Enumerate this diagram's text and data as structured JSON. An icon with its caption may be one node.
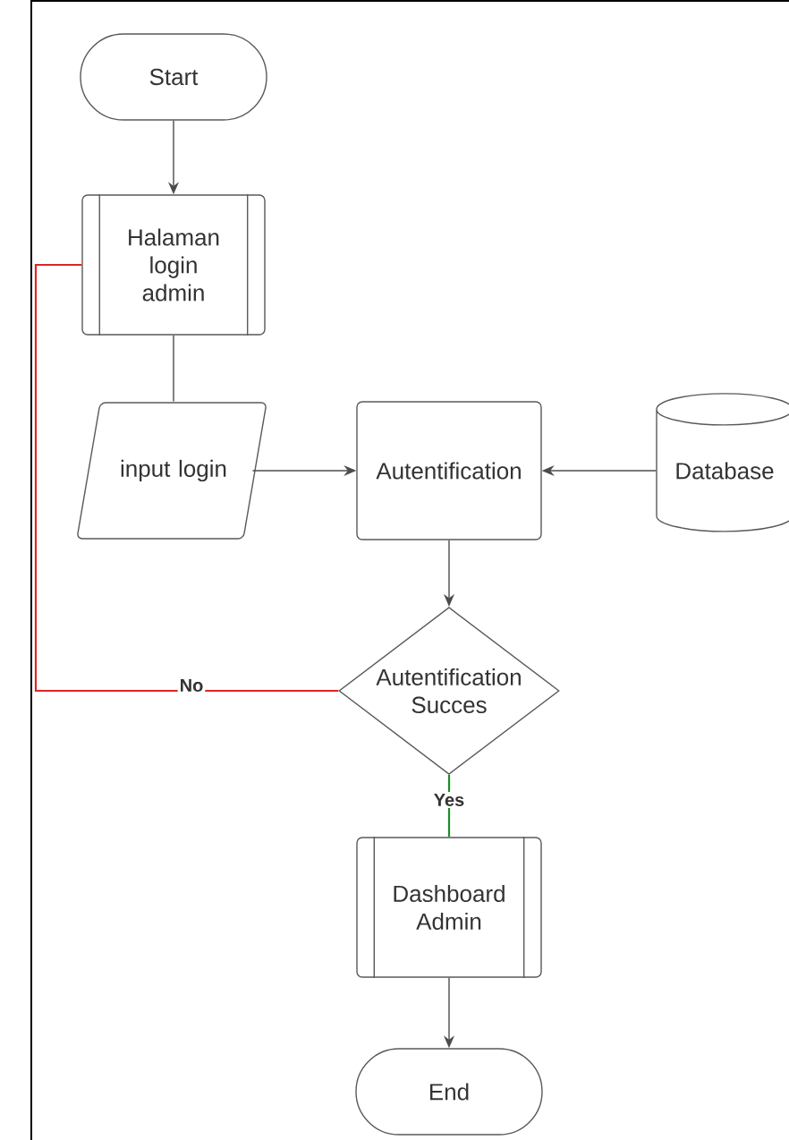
{
  "diagram": {
    "nodes": [
      {
        "text": [
          "Start"
        ]
      },
      {
        "text": [
          "Halaman login admin"
        ]
      },
      {
        "text": [
          "input login"
        ]
      },
      {
        "text": [
          "Autentification"
        ]
      },
      {
        "text": [
          "Database"
        ]
      },
      {
        "text": [
          "Autentification Succes"
        ]
      },
      {
        "text": [
          "Dashboard Admin"
        ]
      },
      {
        "text": [
          "End"
        ]
      }
    ],
    "edges": [
      {
        "from": 0,
        "to": 1,
        "arrow": "to"
      },
      {
        "from": 1,
        "to": 2,
        "arrow": "none"
      },
      {
        "from": 2,
        "to": 3,
        "arrow": "to"
      },
      {
        "from": 4,
        "to": 3,
        "arrow": "to"
      },
      {
        "from": 3,
        "to": 5,
        "arrow": "to"
      },
      {
        "from": 5,
        "to": 1,
        "arrow": "none",
        "label": "No",
        "color": "#e02424"
      },
      {
        "from": 5,
        "to": 6,
        "arrow": "none",
        "label": "Yes",
        "color": "#1e8c2a"
      },
      {
        "from": 6,
        "to": 7,
        "arrow": "to"
      }
    ]
  }
}
